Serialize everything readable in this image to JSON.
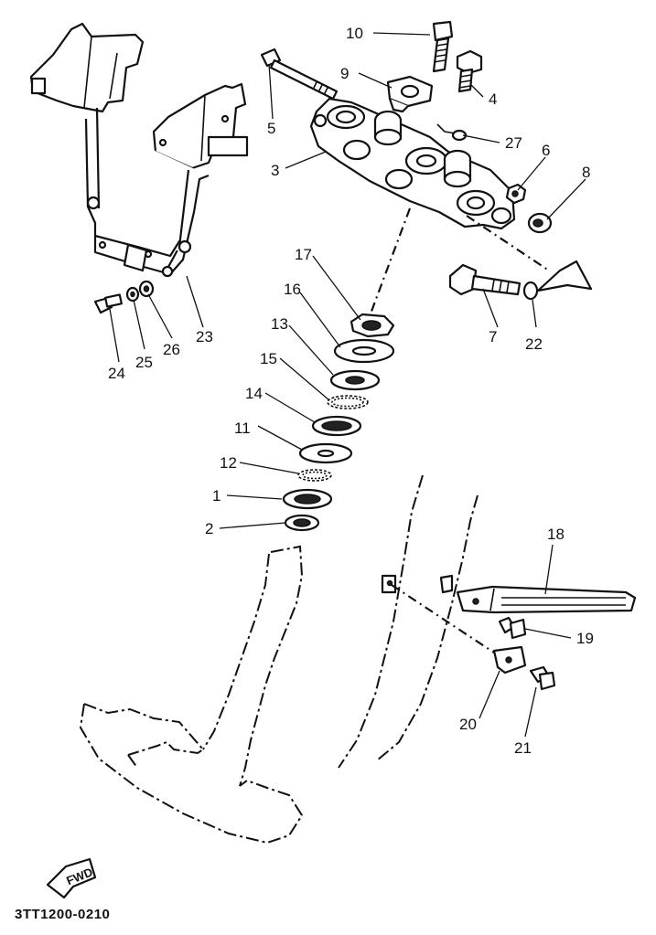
{
  "diagram": {
    "drawing_code": "3TT1200-0210",
    "fwd_label": "FWD",
    "parts": [
      {
        "id": "p1",
        "label": "1"
      },
      {
        "id": "p2",
        "label": "2"
      },
      {
        "id": "p3",
        "label": "3"
      },
      {
        "id": "p4",
        "label": "4"
      },
      {
        "id": "p5",
        "label": "5"
      },
      {
        "id": "p6",
        "label": "6"
      },
      {
        "id": "p7",
        "label": "7"
      },
      {
        "id": "p8",
        "label": "8"
      },
      {
        "id": "p9",
        "label": "9"
      },
      {
        "id": "p10",
        "label": "10"
      },
      {
        "id": "p11",
        "label": "11"
      },
      {
        "id": "p12",
        "label": "12"
      },
      {
        "id": "p13",
        "label": "13"
      },
      {
        "id": "p14",
        "label": "14"
      },
      {
        "id": "p15",
        "label": "15"
      },
      {
        "id": "p16",
        "label": "16"
      },
      {
        "id": "p17",
        "label": "17"
      },
      {
        "id": "p18",
        "label": "18"
      },
      {
        "id": "p19",
        "label": "19"
      },
      {
        "id": "p20",
        "label": "20"
      },
      {
        "id": "p21",
        "label": "21"
      },
      {
        "id": "p22",
        "label": "22"
      },
      {
        "id": "p23",
        "label": "23"
      },
      {
        "id": "p24",
        "label": "24"
      },
      {
        "id": "p25",
        "label": "25"
      },
      {
        "id": "p26",
        "label": "26"
      },
      {
        "id": "p27",
        "label": "27"
      }
    ]
  }
}
